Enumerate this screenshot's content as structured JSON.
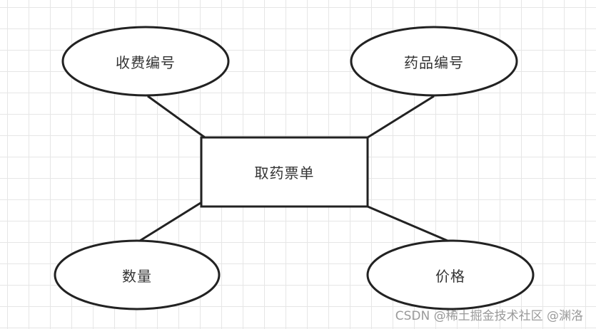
{
  "diagram": {
    "type": "ER",
    "entity": {
      "label": "取药票单"
    },
    "attributes": [
      {
        "id": "charge-id",
        "label": "收费编号"
      },
      {
        "id": "drug-id",
        "label": "药品编号"
      },
      {
        "id": "quantity",
        "label": "数量"
      },
      {
        "id": "price",
        "label": "价格"
      }
    ]
  },
  "watermark": "CSDN @稀土掘金技术社区 @渊洛"
}
